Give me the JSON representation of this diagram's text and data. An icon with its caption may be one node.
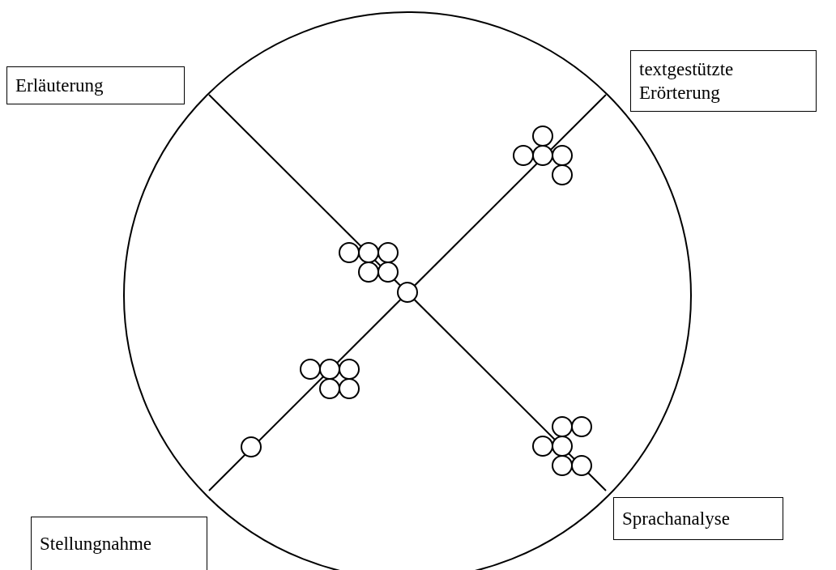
{
  "diagram": {
    "nodes": [
      {
        "text": [
          "Erläuterung"
        ]
      },
      {
        "text": [
          "textgestützte Erörterung"
        ]
      },
      {
        "text": [
          "Sprachanalyse"
        ]
      },
      {
        "text": [
          "Stellungnahme"
        ]
      }
    ]
  }
}
